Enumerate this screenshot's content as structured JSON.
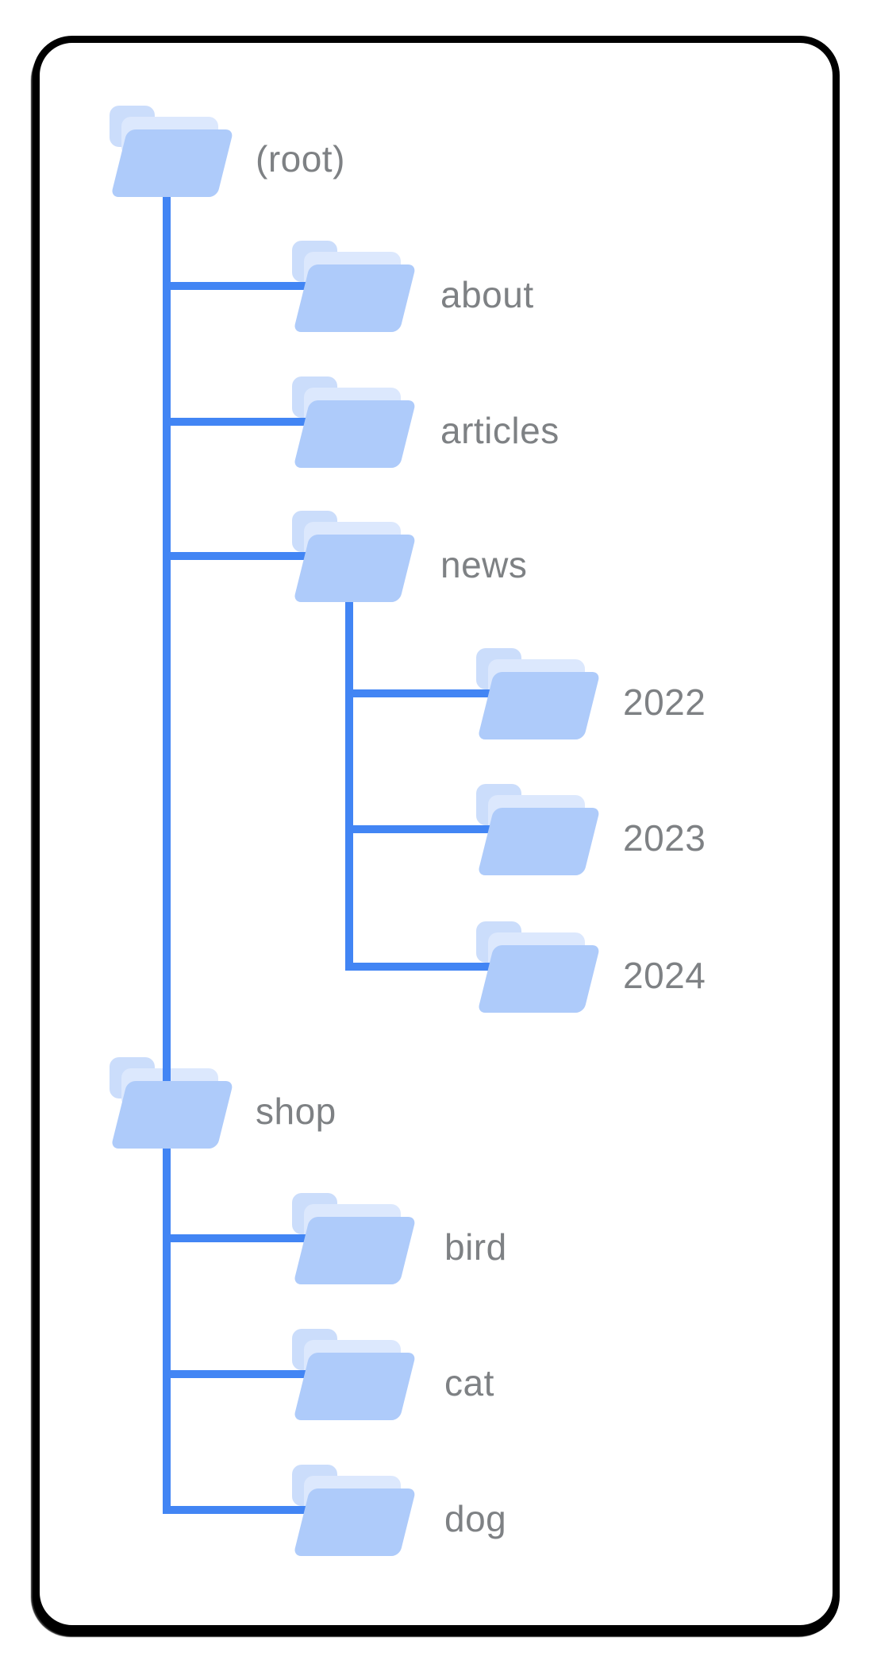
{
  "diagram_type": "site-folder-tree",
  "colors": {
    "line": "#4285F4",
    "folder_front": "#AECBFA",
    "folder_tab": "#CBDDFB",
    "folder_flap": "#DCE8FD",
    "label": "#7E8184",
    "card_border": "#000000",
    "background": "#FFFFFF"
  },
  "tree": {
    "label": "(root)",
    "children": [
      {
        "label": "about",
        "children": []
      },
      {
        "label": "articles",
        "children": []
      },
      {
        "label": "news",
        "children": [
          {
            "label": "2022"
          },
          {
            "label": "2023"
          },
          {
            "label": "2024"
          }
        ]
      },
      {
        "label": "shop",
        "children": [
          {
            "label": "bird"
          },
          {
            "label": "cat"
          },
          {
            "label": "dog"
          }
        ]
      }
    ]
  }
}
